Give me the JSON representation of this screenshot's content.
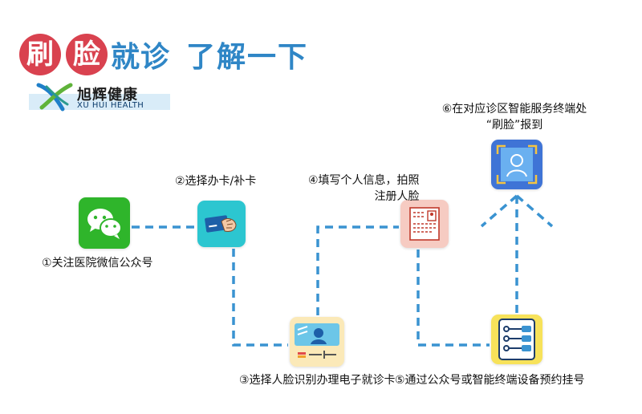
{
  "title": {
    "char1": "刷",
    "char2": "脸",
    "rest": "就诊",
    "rest2": "了解一下"
  },
  "logo": {
    "cn": "旭辉健康",
    "en": "XU HUI HEALTH"
  },
  "steps": {
    "s1": "①关注医院微信公众号",
    "s2": "②选择办卡/补卡",
    "s3": "③选择人脸识别办理电子就诊卡",
    "s4_line1": "④填写个人信息，拍照",
    "s4_line2": "注册人脸",
    "s5": "⑤通过公众号或智能终端设备预约挂号",
    "s6_line1": "⑥在对应诊区智能服务终端处",
    "s6_line2": "“刷脸”报到"
  },
  "colors": {
    "title_red": "#d9424f",
    "title_blue": "#2f86c6",
    "connector": "#3a93d1"
  },
  "icons": [
    "wechat-icon",
    "card-hand-icon",
    "face-card-icon",
    "form-icon",
    "list-icon",
    "face-scan-icon"
  ]
}
